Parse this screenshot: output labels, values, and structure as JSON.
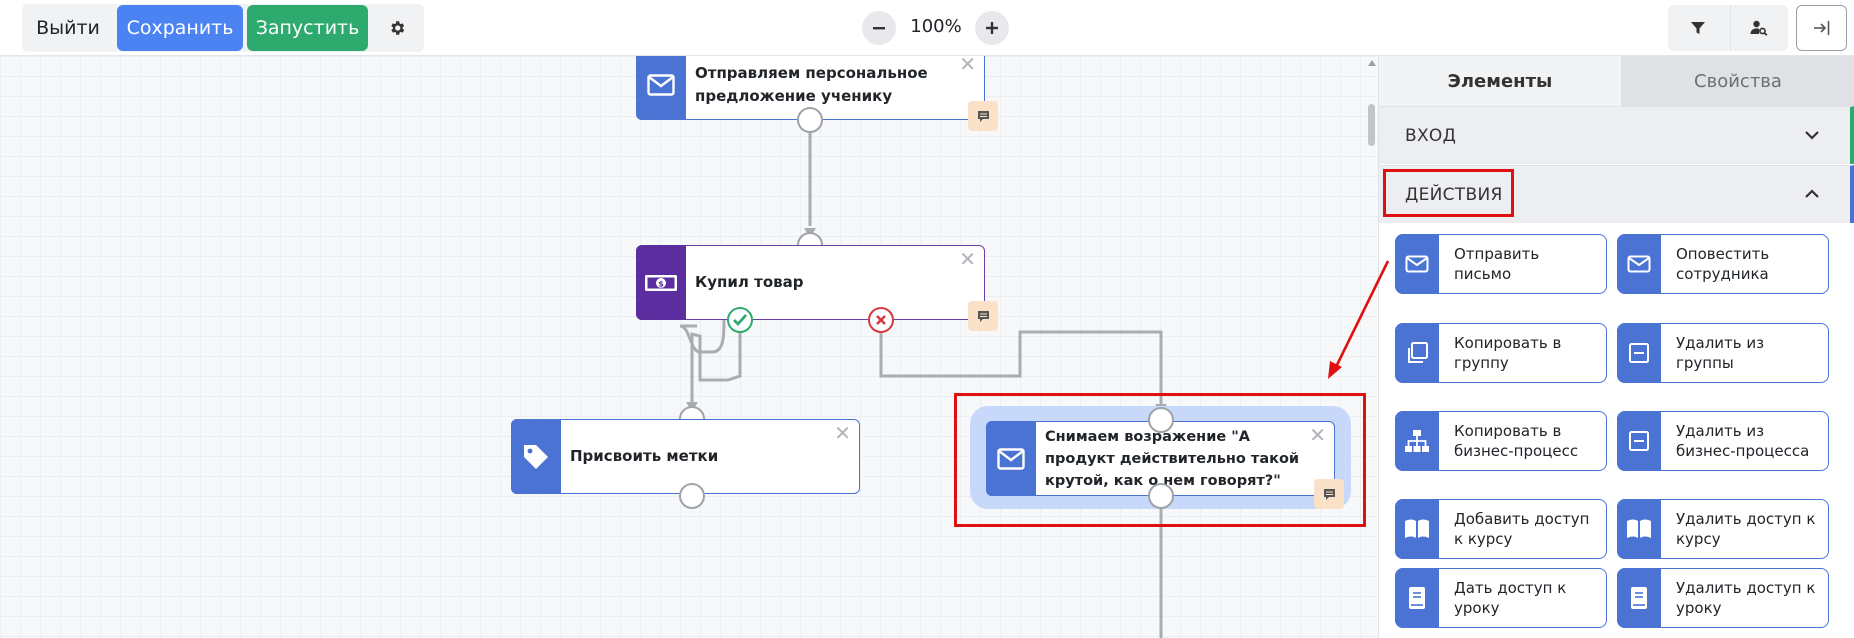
{
  "toolbar": {
    "exit_label": "Выйти",
    "save_label": "Сохранить",
    "run_label": "Запустить",
    "zoom_value": "100%",
    "colors": {
      "save": "#4b83f3",
      "run": "#2eaa6e"
    }
  },
  "canvas": {
    "nodes": [
      {
        "id": "n1",
        "title": "Отправляем персональное предложение ученику",
        "icon": "envelope-icon"
      },
      {
        "id": "n2",
        "title": "Купил товар",
        "icon": "money-icon"
      },
      {
        "id": "n3",
        "title": "Присвоить метки",
        "icon": "tag-icon"
      },
      {
        "id": "n4",
        "title": "Снимаем возражение \"А продукт действительно такой крутой, как о нем говорят?\"",
        "icon": "envelope-icon",
        "selected": true
      }
    ]
  },
  "sidebar": {
    "tabs": [
      {
        "label": "Элементы",
        "active": true
      },
      {
        "label": "Свойства",
        "active": false
      }
    ],
    "sections": [
      {
        "label": "ВХОД",
        "expanded": false
      },
      {
        "label": "ДЕЙСТВИЯ",
        "expanded": true
      }
    ],
    "actions": [
      {
        "label": "Отправить письмо",
        "icon": "envelope-icon"
      },
      {
        "label": "Оповестить сотрудника",
        "icon": "envelope-icon"
      },
      {
        "label": "Копировать в группу",
        "icon": "copy-icon"
      },
      {
        "label": "Удалить из группы",
        "icon": "minus-box-icon"
      },
      {
        "label": "Копировать в бизнес-процесс",
        "icon": "sitemap-icon"
      },
      {
        "label": "Удалить из бизнес-процесса",
        "icon": "minus-box-icon"
      },
      {
        "label": "Добавить доступ к курсу",
        "icon": "book-open-icon"
      },
      {
        "label": "Удалить доступ к курсу",
        "icon": "book-open-icon"
      },
      {
        "label": "Дать доступ к уроку",
        "icon": "book-icon"
      },
      {
        "label": "Удалить доступ к уроку",
        "icon": "book-icon"
      }
    ],
    "colors": {
      "entry": "#2eaa6e",
      "actions": "#4a73d4"
    }
  }
}
